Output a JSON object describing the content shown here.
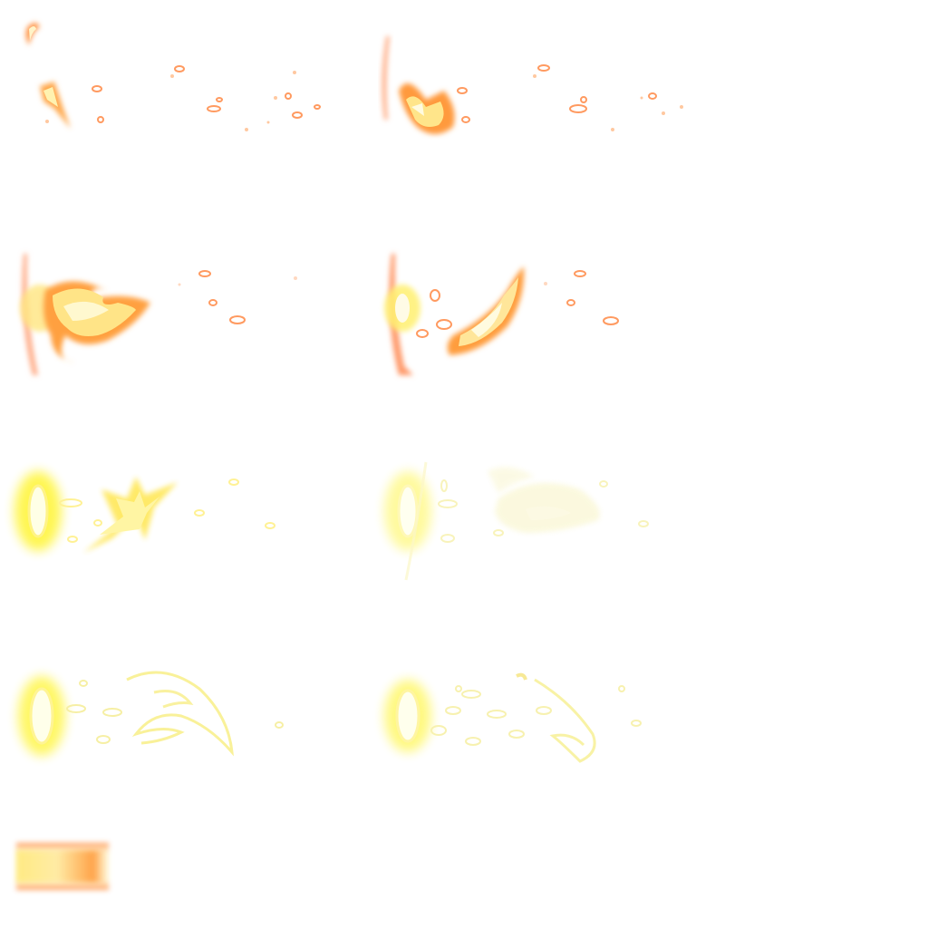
{
  "sheet": {
    "kind": "fire slash effect sprite sheet",
    "columns": 2,
    "rows": 5,
    "background": "#ffffff",
    "colors": {
      "ember_outer": "#ff8a3c",
      "ember_mid": "#ffb347",
      "ember_core": "#fff4c8",
      "flare_yellow": "#ffe600",
      "flare_core": "#ffffe8",
      "glow_yellow": "#fff27a",
      "fade_yellow": "#f6ee9a"
    }
  },
  "frames": [
    {
      "id": 1,
      "phase": "spark",
      "icon": "flame-spark-icon",
      "opacity": 1.0
    },
    {
      "id": 2,
      "phase": "flame-burst",
      "icon": "flame-burst-icon",
      "opacity": 1.0
    },
    {
      "id": 3,
      "phase": "wave-curl",
      "icon": "flame-wave-icon",
      "opacity": 1.0
    },
    {
      "id": 4,
      "phase": "wing-slash",
      "icon": "flame-wing-icon",
      "opacity": 1.0
    },
    {
      "id": 5,
      "phase": "flare-splash",
      "icon": "yellow-flare-icon",
      "opacity": 0.9
    },
    {
      "id": 6,
      "phase": "flare-fade",
      "icon": "yellow-flare-icon",
      "opacity": 0.6
    },
    {
      "id": 7,
      "phase": "swirl-outline",
      "icon": "swirl-outline-icon",
      "opacity": 0.8
    },
    {
      "id": 8,
      "phase": "swirl-dissipate",
      "icon": "swirl-outline-icon",
      "opacity": 0.7
    }
  ],
  "extra": {
    "id": 9,
    "phase": "gradient-strip",
    "icon": "glow-strip-icon"
  }
}
